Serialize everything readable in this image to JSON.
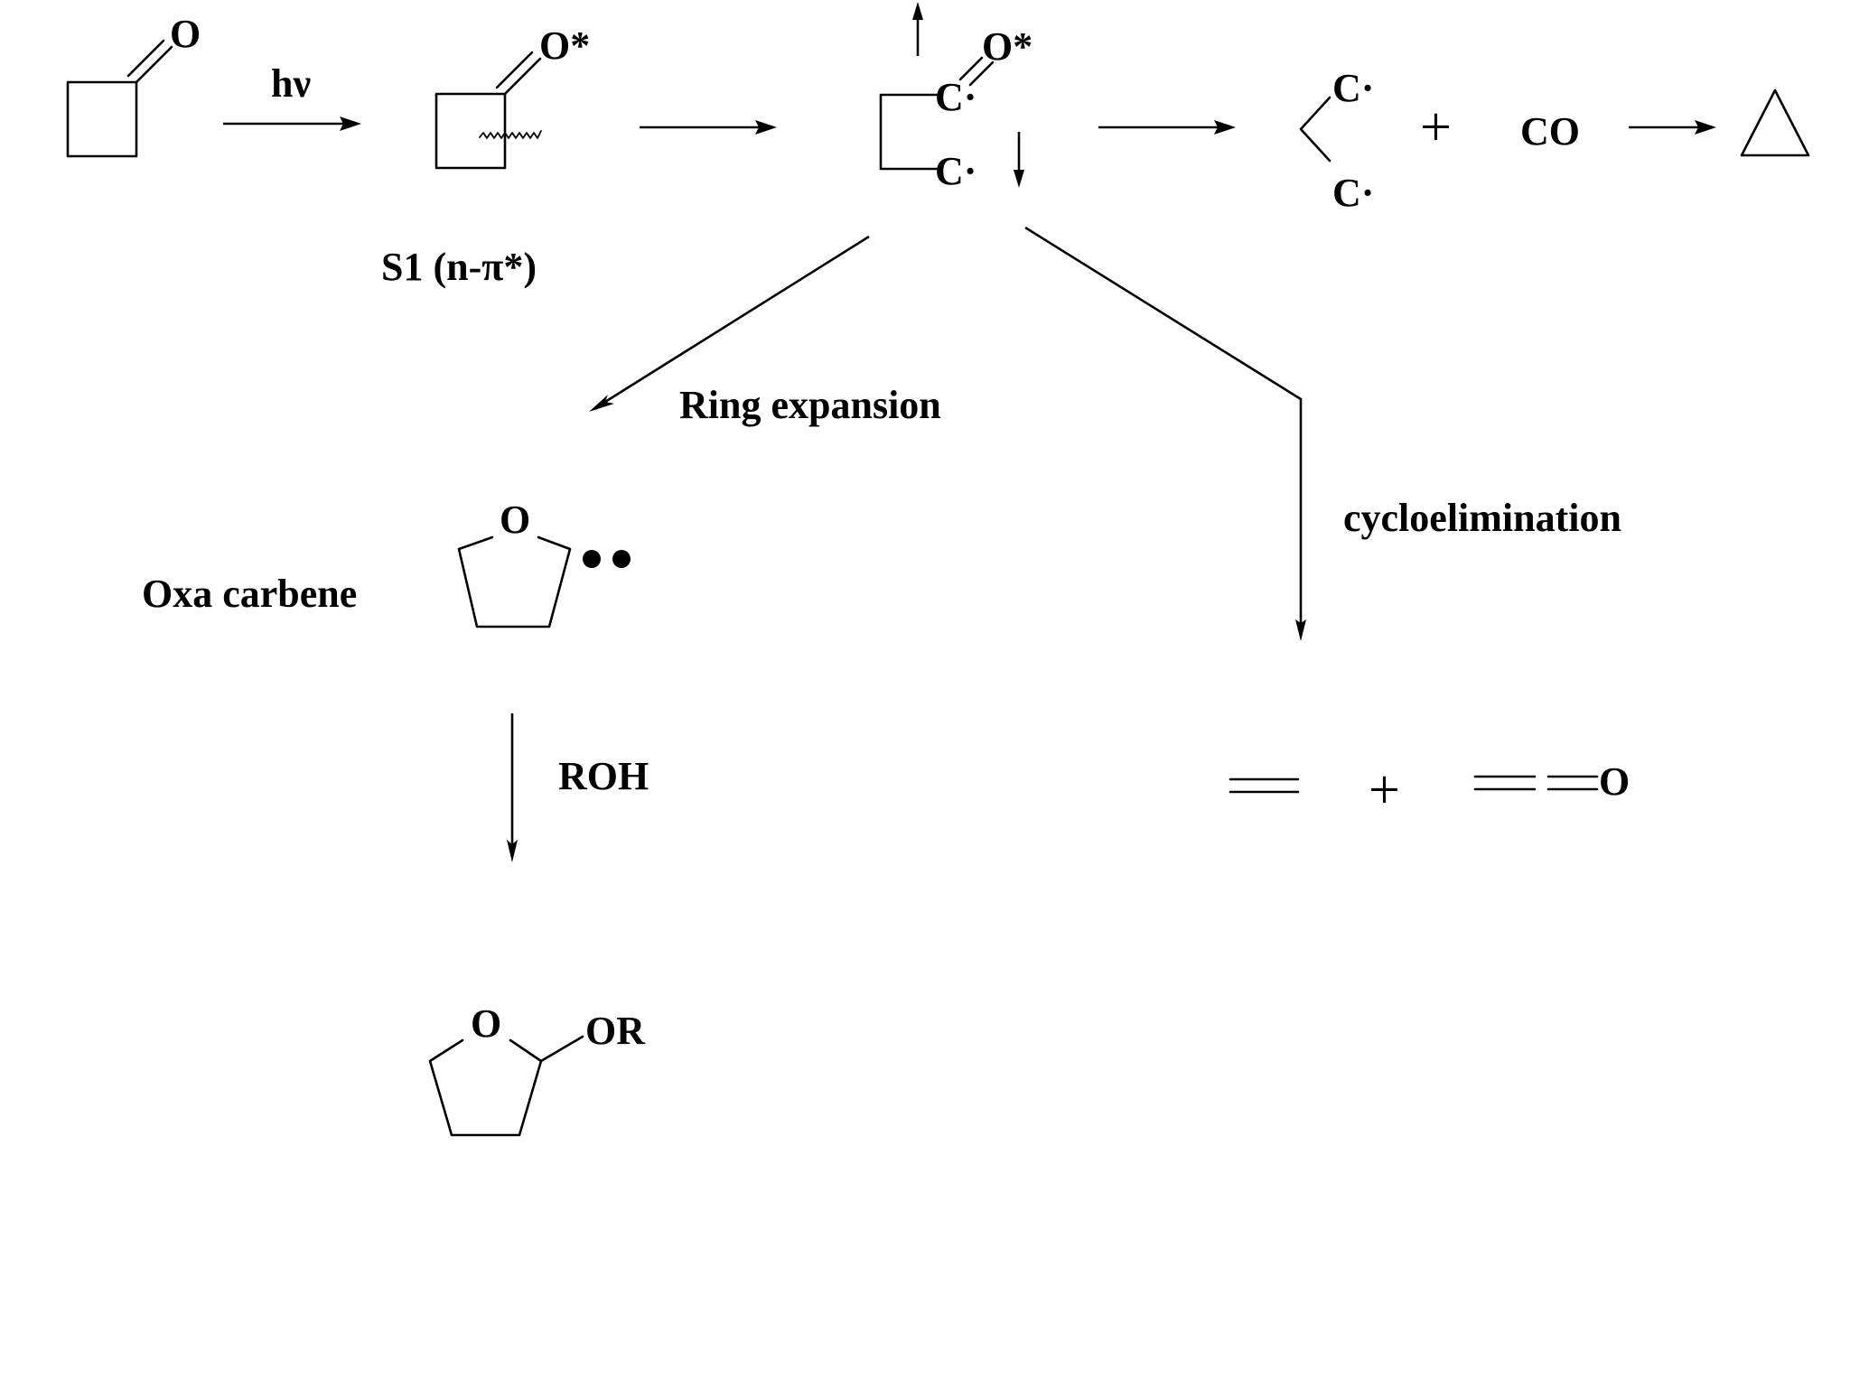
{
  "labels": {
    "hv": "hν",
    "s1": "S1 (n-π*)",
    "ring_expansion": "Ring expansion",
    "cycloelimination": "cycloelimination",
    "oxa_carbene": "Oxa carbene",
    "roh": "ROH",
    "plus": "+",
    "co": "CO"
  },
  "atoms": {
    "o": "O",
    "o_star": "O*",
    "c_radical": "C·",
    "or": "OR"
  },
  "colors": {
    "ink": "#000000",
    "background": "#ffffff"
  }
}
